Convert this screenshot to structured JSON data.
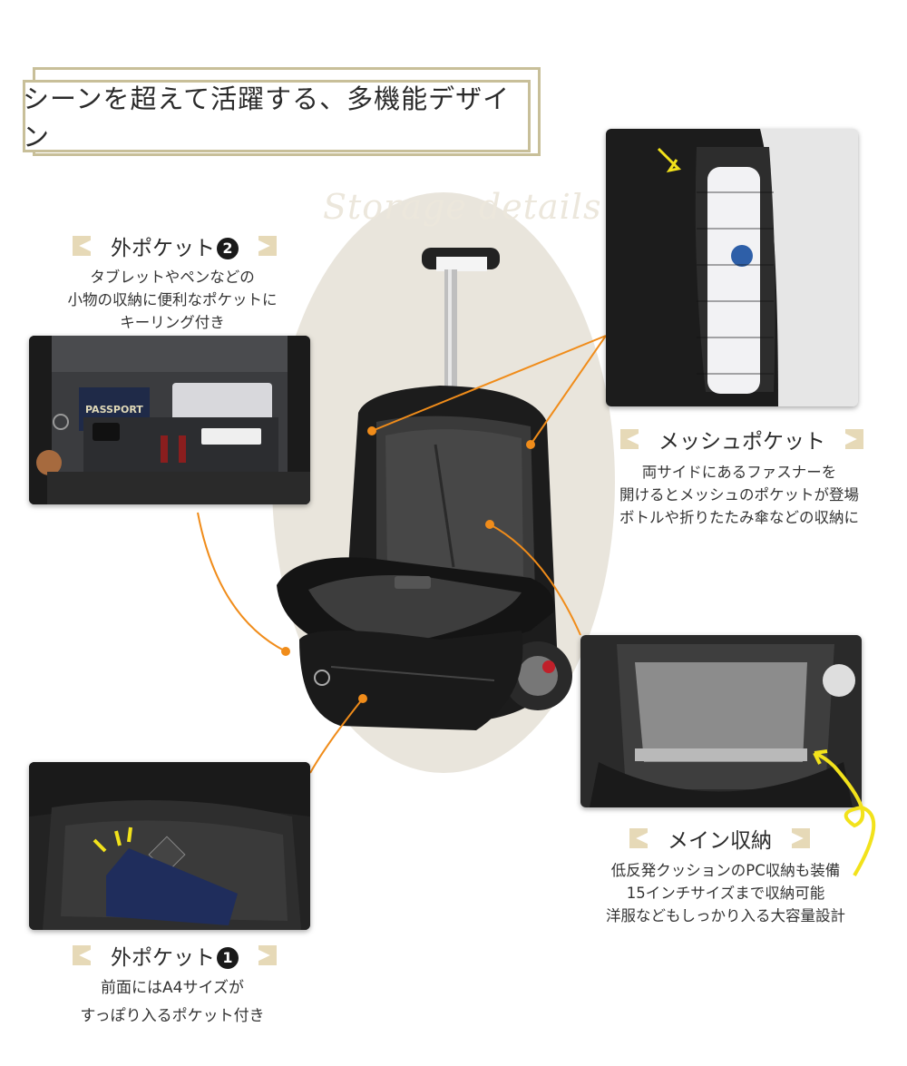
{
  "title": "シーンを超えて活躍する、多機能デザイン",
  "watermark": "Storage details",
  "pocket2": {
    "heading": "外ポケット",
    "badge": "2",
    "desc_lines": [
      "タブレットやペンなどの",
      "小物の収納に便利なポケットに",
      "キーリング付き"
    ],
    "photo_text": "PASSPORT"
  },
  "mesh": {
    "heading": "メッシュポケット",
    "desc_lines": [
      "両サイドにあるファスナーを",
      "開けるとメッシュのポケットが登場",
      "ボトルや折りたたみ傘などの収納に"
    ]
  },
  "main": {
    "heading": "メイン収納",
    "desc_lines": [
      "低反発クッションのPC収納も装備",
      "15インチサイズまで収納可能",
      "洋服などもしっかり入る大容量設計"
    ]
  },
  "pocket1": {
    "heading": "外ポケット",
    "badge": "1",
    "desc_lines": [
      "前面にはA4サイズが",
      "すっぽり入るポケット付き"
    ]
  },
  "colors": {
    "frame": "#c8bf99",
    "accent_line": "#f08c1a",
    "bracket": "#e6d9b7",
    "yellow": "#f2e21b",
    "oval": "#e9e5dc"
  }
}
